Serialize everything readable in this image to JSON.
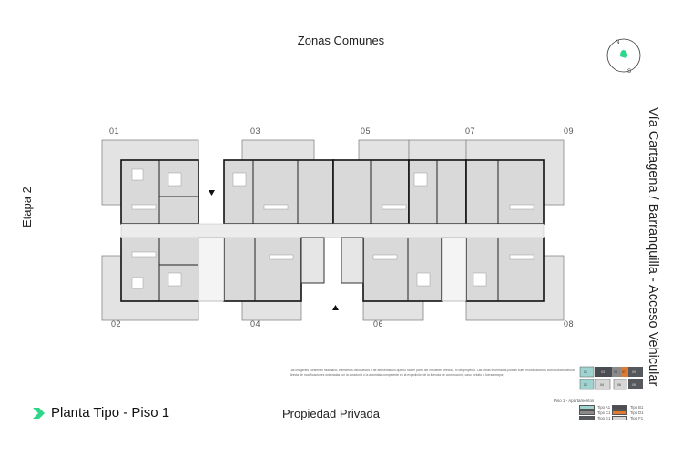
{
  "header": {
    "zone_top": "Zonas Comunes",
    "zone_bottom": "Propiedad Privada",
    "stage": "Etapa 2",
    "road": "Vía Cartagena / Barranquilla - Acceso Vehicular"
  },
  "title": {
    "text": "Planta Tipo - Piso 1",
    "icon": "chevron-arrow-icon",
    "accent": "#2fd68a"
  },
  "compass": {
    "north": "N",
    "south": "S",
    "icon": "compass-icon"
  },
  "units": {
    "top": [
      "01",
      "03",
      "05",
      "07",
      "09"
    ],
    "bottom": [
      "02",
      "04",
      "06",
      "08"
    ]
  },
  "disclaimer": "Las imágenes contienen mobiliario, elementos decorativos o de ambientación que no hacen parte del inmueble ofrecido, ni del proyecto. Las áreas informadas podrán sufrir modificaciones como consecuencia directa de modificaciones ordenadas por la curaduría o la autoridad competente en la expedición de la licencia de construcción, caso fortuito o fuerza mayor.",
  "keyplan": {
    "top": [
      "01",
      "03",
      "05",
      "07",
      "09"
    ],
    "bottom": [
      "02",
      "04",
      "06",
      "08"
    ]
  },
  "legend": {
    "title": "Piso 1 - Apartamentos",
    "items": [
      {
        "label": "Tipo A1",
        "color": "#9fd3cf"
      },
      {
        "label": "Tipo B1",
        "color": "#4a4d52"
      },
      {
        "label": "Tipo C1",
        "color": "#8a8a8a"
      },
      {
        "label": "Tipo D1",
        "color": "#e07a2e"
      },
      {
        "label": "Tipo E1",
        "color": "#55585d"
      },
      {
        "label": "Tipo F1",
        "color": "#d6d6d6"
      }
    ]
  }
}
